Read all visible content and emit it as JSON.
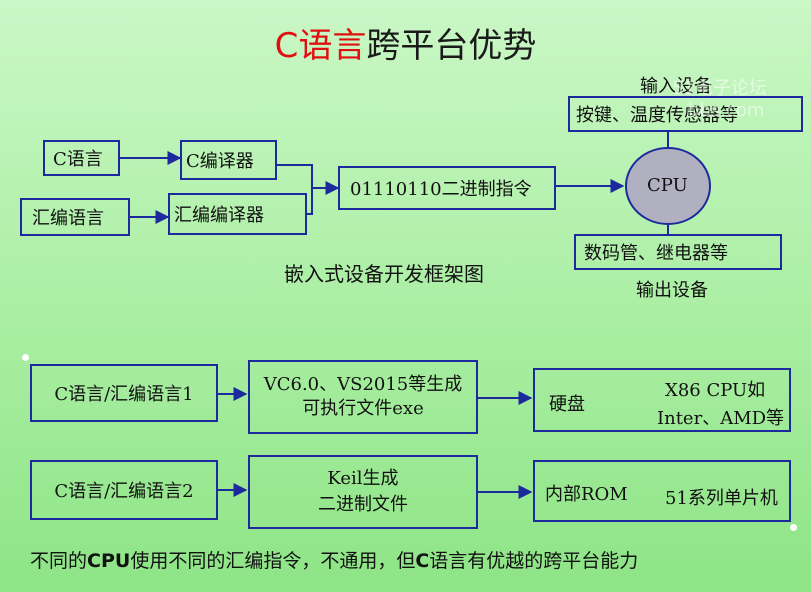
{
  "title": {
    "part1": "C",
    "part2": "语言",
    "part3": "跨平台优势"
  },
  "diagram": {
    "c_lang": "C语言",
    "asm_lang": "汇编语言",
    "c_compiler": "C编译器",
    "asm_compiler": "汇编编译器",
    "binary": "01110110二进制指令",
    "cpu": "CPU",
    "input_title": "输入设备",
    "input_box": "按键、温度传感器等",
    "output_box": "数码管、继电器等",
    "output_title": "输出设备",
    "caption": "嵌入式设备开发框架图"
  },
  "row1": {
    "source": "C语言/汇编语言1",
    "tool_line1": "VC6.0、VS2015等生成",
    "tool_line2": "可执行文件exe",
    "target_left": "硬盘",
    "target_line1": "X86 CPU如",
    "target_line2": "Inter、AMD等"
  },
  "row2": {
    "source": "C语言/汇编语言2",
    "tool_line1": "Keil生成",
    "tool_line2": "二进制文件",
    "target_left": "内部ROM",
    "target_right": "51系列单片机"
  },
  "bottom_text": {
    "pre": "不同的",
    "cpu": "CPU",
    "mid": "使用不同的汇编指令，不通用，但",
    "c": "C",
    "post": "语言有优越的跨平台能力"
  },
  "watermark": {
    "line1": "51电子论坛",
    "line2": "bbs.com"
  }
}
